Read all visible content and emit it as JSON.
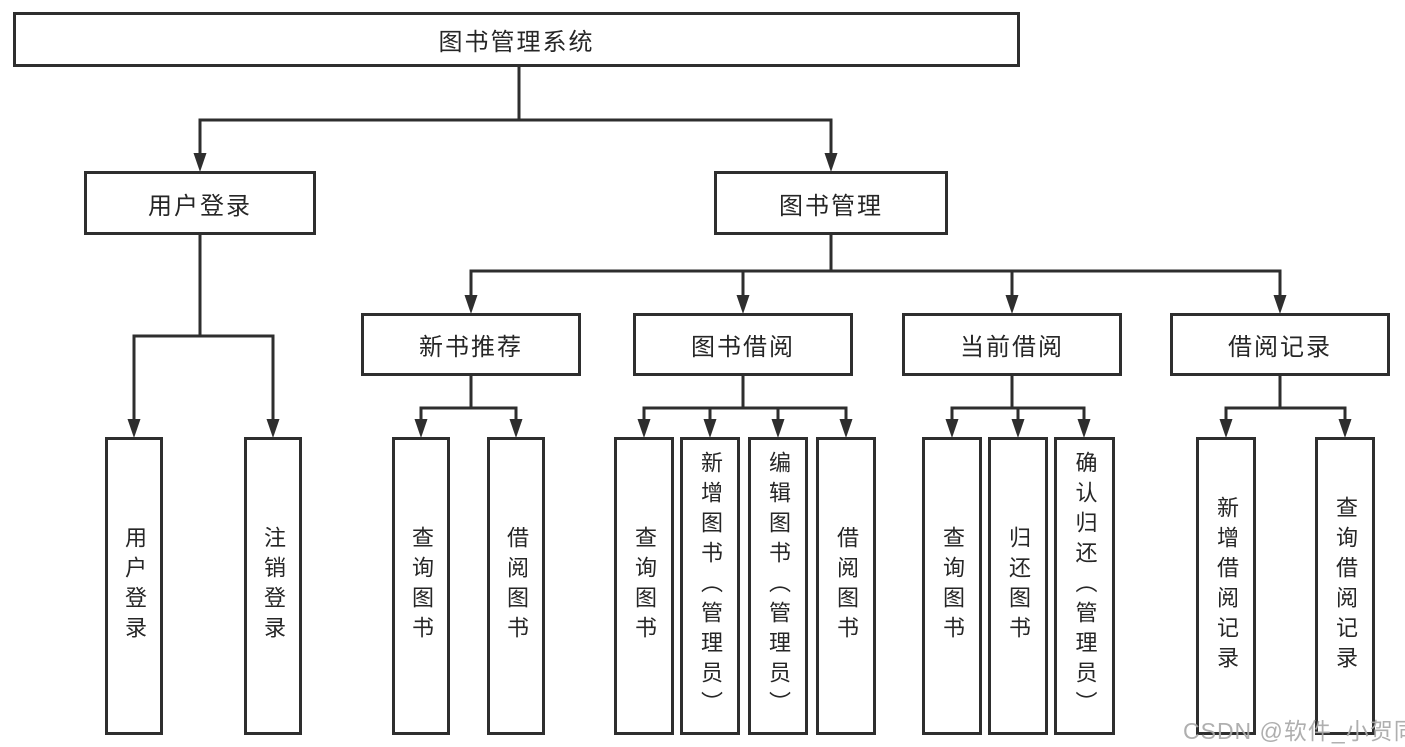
{
  "nodes": {
    "root": "图书管理系统",
    "level2": {
      "user_login": "用户登录",
      "book_management": "图书管理"
    },
    "level3": {
      "new_book_recommend": "新书推荐",
      "book_borrow": "图书借阅",
      "current_borrow": "当前借阅",
      "borrow_record": "借阅记录"
    },
    "leaves": {
      "user_login": "用户登录",
      "logout": "注销登录",
      "recommend_query_book": "查询图书",
      "recommend_borrow_book": "借阅图书",
      "borrow_query_book": "查询图书",
      "borrow_add_book": "新增图书（管理员）",
      "borrow_edit_book": "编辑图书（管理员）",
      "borrow_borrow_book": "借阅图书",
      "current_query_book": "查询图书",
      "current_return_book": "归还图书",
      "current_confirm_return": "确认归还（管理员）",
      "record_add": "新增借阅记录",
      "record_query": "查询借阅记录"
    }
  },
  "watermark": "CSDN @软件_小贺同学",
  "colors": {
    "line": "#2e2e2e",
    "text": "#262626",
    "node_background": "#ffffff",
    "watermark": "#a9a9a9"
  }
}
